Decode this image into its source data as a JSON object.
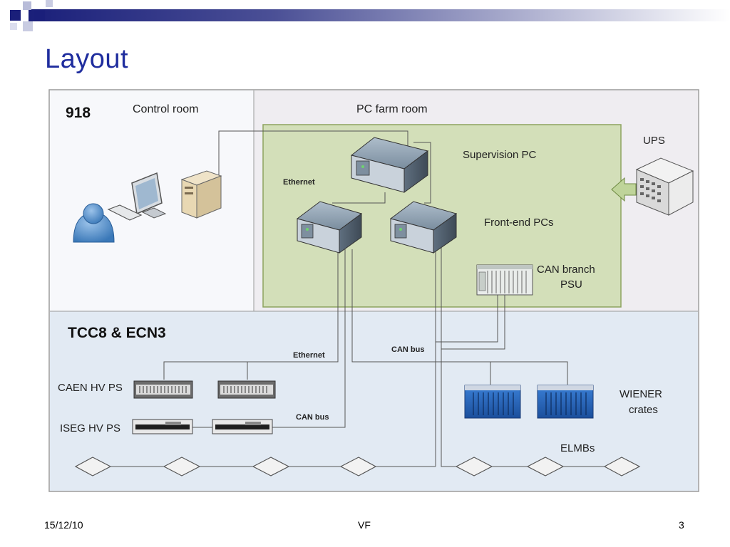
{
  "slide": {
    "title": "Layout",
    "footer_date": "15/12/10",
    "footer_center": "VF",
    "footer_page": "3"
  },
  "diagram": {
    "room_918": "918",
    "control_room": "Control room",
    "pc_farm_room": "PC farm room",
    "ups": "UPS",
    "supervision_pc": "Supervision PC",
    "ethernet_top": "Ethernet",
    "frontend_pcs": "Front-end PCs",
    "can_branch_line1": "CAN branch",
    "can_branch_line2": "PSU",
    "tcc8_ecn3": "TCC8 & ECN3",
    "ethernet_bottom": "Ethernet",
    "can_bus_center": "CAN bus",
    "caen_hv_ps": "CAEN HV PS",
    "iseg_hv_ps": "ISEG HV PS",
    "can_bus_left": "CAN bus",
    "wiener_line1": "WIENER",
    "wiener_line2": "crates",
    "elmbs": "ELMBs"
  },
  "colors": {
    "title_blue": "#1f2d9e",
    "header_navy": "#1a1f7a",
    "control_room_bg": "#f7f8fb",
    "pc_farm_bg": "#efedf1",
    "pc_farm_inner": "#d3dfb9",
    "tcc8_bg": "#e2eaf3"
  }
}
